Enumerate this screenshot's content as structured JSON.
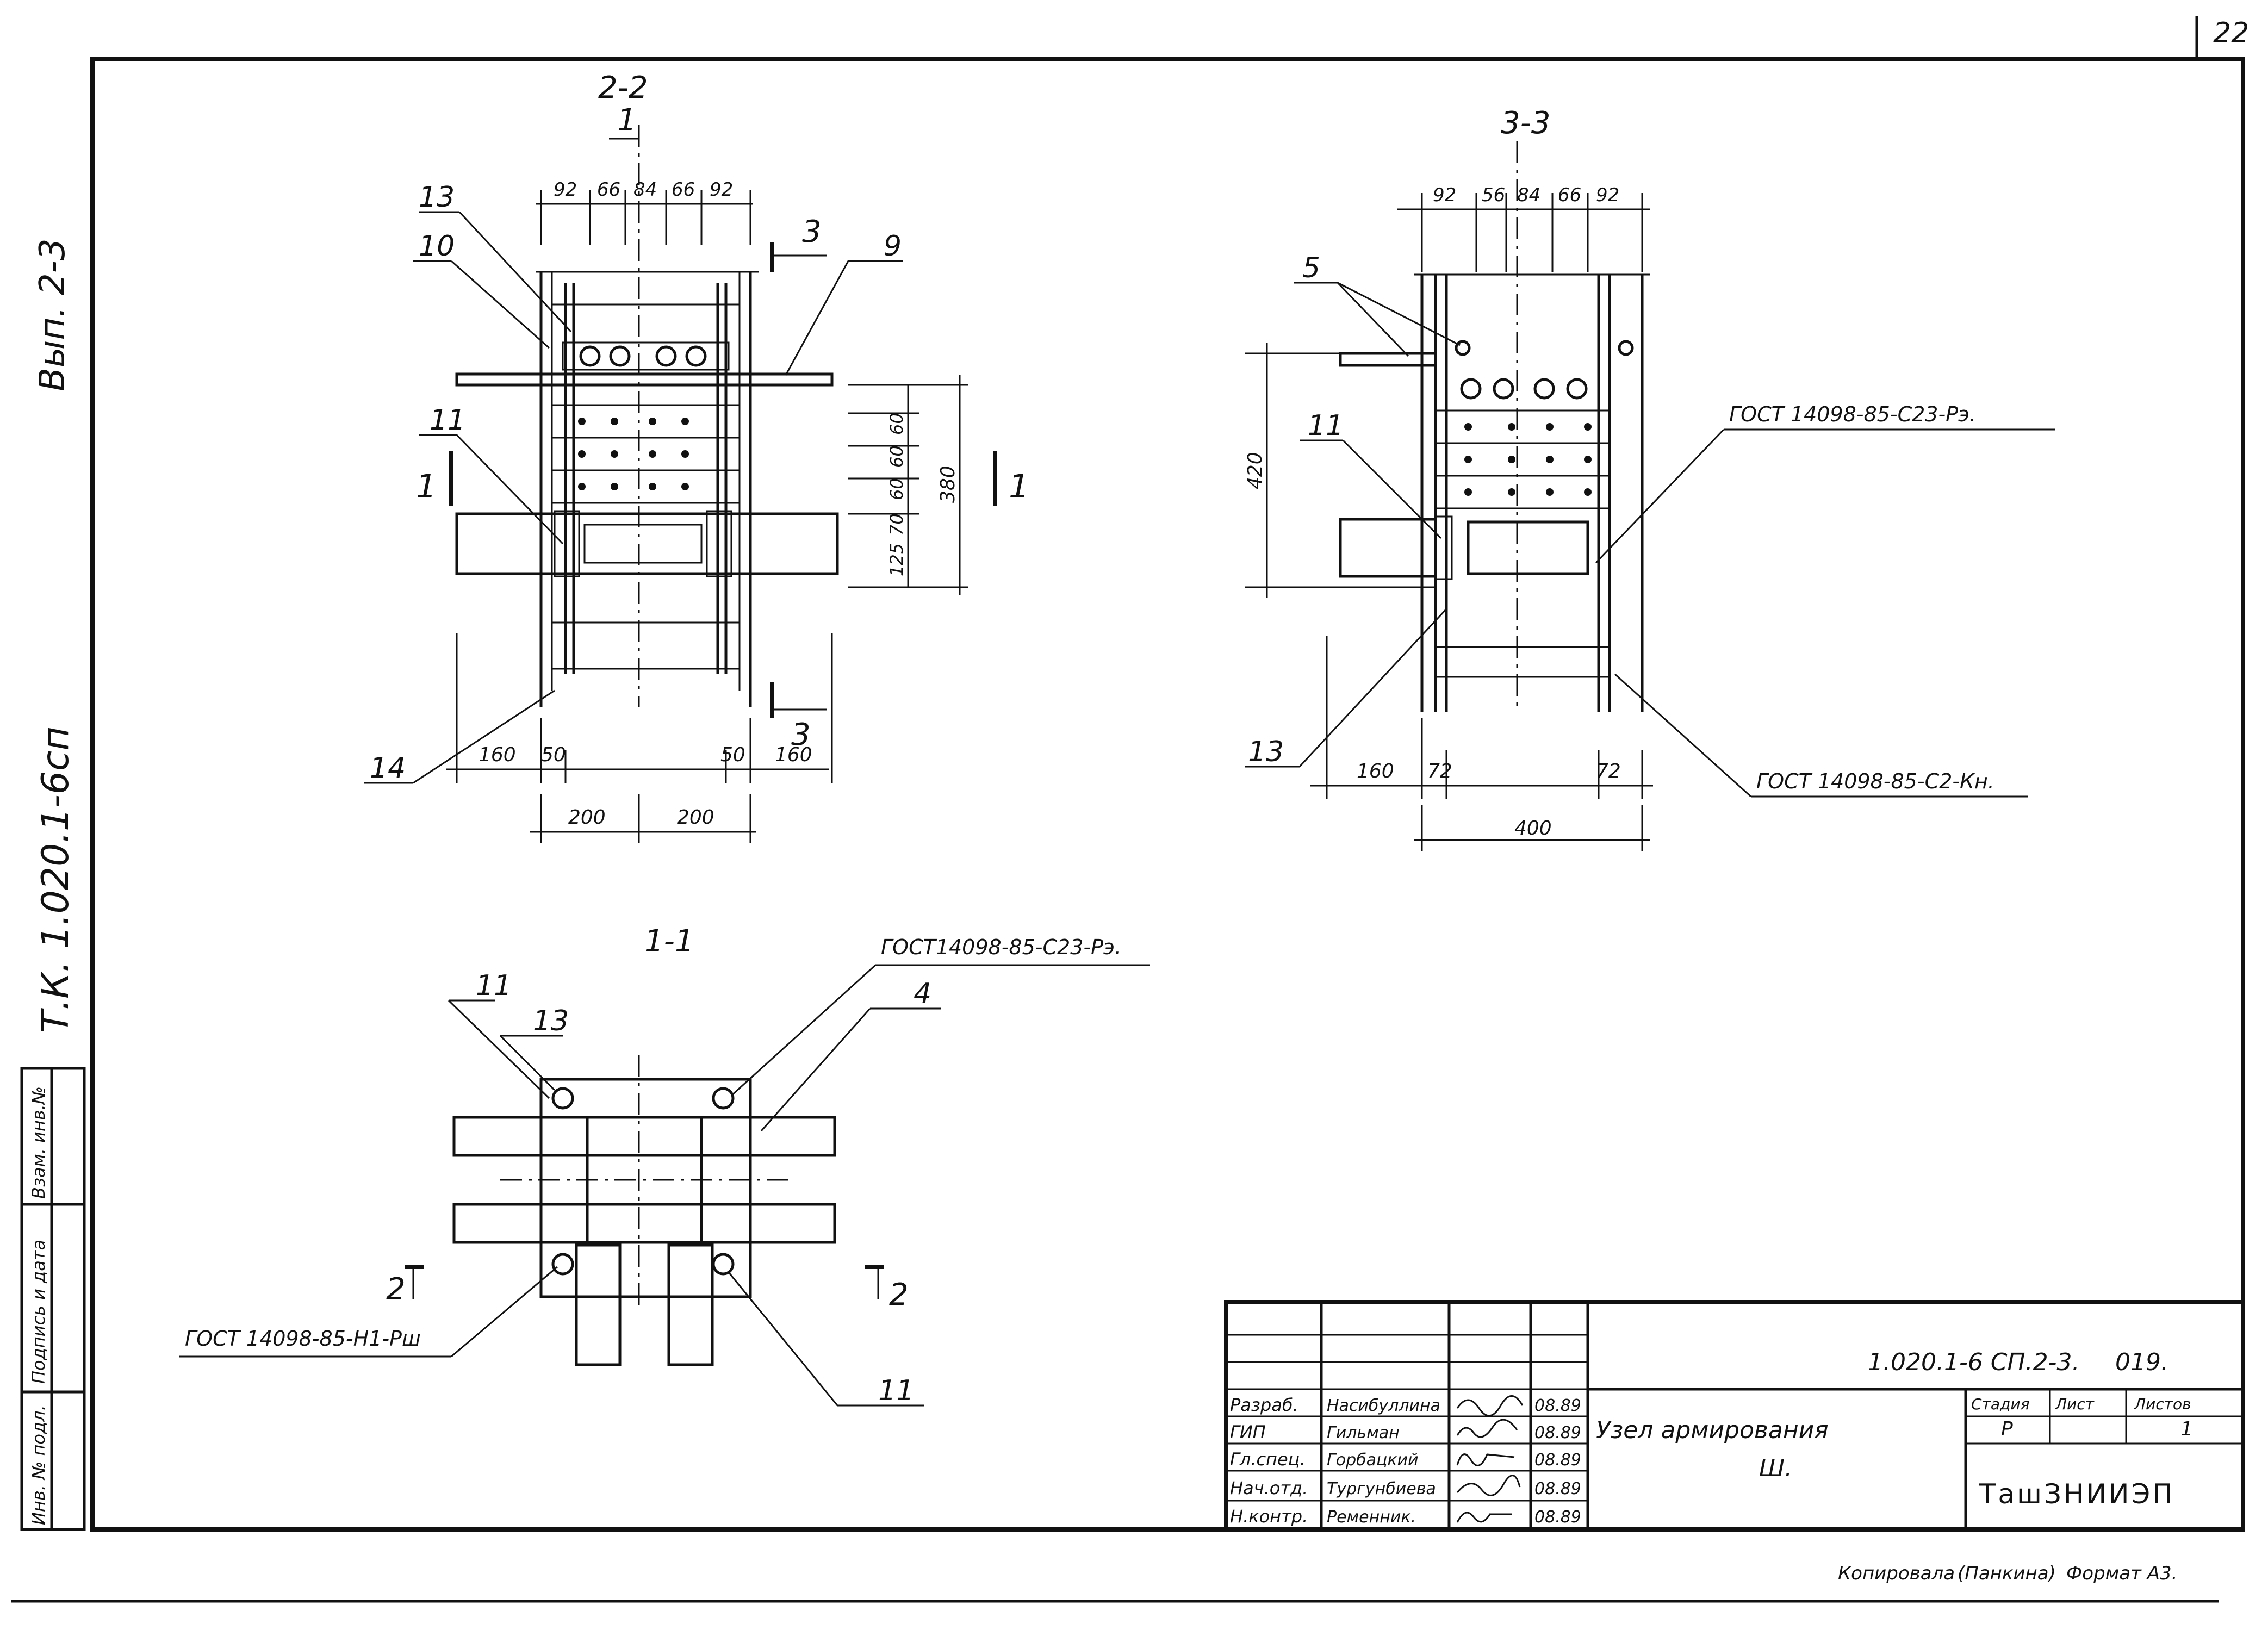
{
  "page_number": "22",
  "side": {
    "issue": "Вып. 2-3",
    "series": "Т.К. 1.020.1-6сп",
    "stamp_fields": [
      "Инв. № подл.",
      "Подпись и дата",
      "Взам. инв.№"
    ]
  },
  "sections": {
    "s22": {
      "title": "2-2",
      "axis": "1",
      "dims_top": [
        "92",
        "66",
        "84",
        "66",
        "92"
      ],
      "dims_right": [
        "60",
        "60",
        "60",
        "70",
        "125"
      ],
      "dim_total": "380",
      "dims_bottom": [
        "160",
        "50",
        "50",
        "160"
      ],
      "dims_bottom2": [
        "200",
        "200"
      ],
      "callouts": [
        "13",
        "10",
        "9",
        "11",
        "14"
      ],
      "cut_marks": [
        "1",
        "1",
        "3",
        "3"
      ]
    },
    "s33": {
      "title": "3-3",
      "dims_top": [
        "92",
        "56",
        "84",
        "66",
        "92"
      ],
      "dim_left": "420",
      "dims_bottom": [
        "160",
        "72",
        "72"
      ],
      "dim_total": "400",
      "callouts": [
        "5",
        "11",
        "13"
      ],
      "gost_top": "ГОСТ 14098-85-С23-Рэ.",
      "gost_bottom": "ГОСТ 14098-85-С2-Кн."
    },
    "s11": {
      "title": "1-1",
      "gost_top": "ГОСТ14098-85-С23-Рэ.",
      "gost_left": "ГОСТ 14098-85-Н1-Рш",
      "callouts": [
        "11",
        "13",
        "4",
        "11"
      ],
      "cut_marks": [
        "2",
        "2"
      ]
    }
  },
  "title_block": {
    "doc_code": "1.020.1-6 СП.2-3.",
    "doc_num": "019.",
    "roles": [
      "Разраб.",
      "ГИП",
      "Гл.спец.",
      "Нач.отд.",
      "Н.контр."
    ],
    "names": [
      "Насибуллина",
      "Гильман",
      "Горбацкий",
      "Тургунбиева",
      "Ременник."
    ],
    "dates": [
      "08.89",
      "08.89",
      "08.89",
      "08.89",
      "08.89"
    ],
    "node_title_line1": "Узел армирования",
    "node_title_line2": "Ш.",
    "stage_label": "Стадия",
    "sheet_label": "Лист",
    "sheets_label": "Листов",
    "stage": "Р",
    "sheet": "",
    "sheets": "1",
    "org": "ТашЗНИИЭП"
  },
  "footer": {
    "copied": "Копировала",
    "copier": "(Панкина)",
    "format": "Формат А3."
  }
}
